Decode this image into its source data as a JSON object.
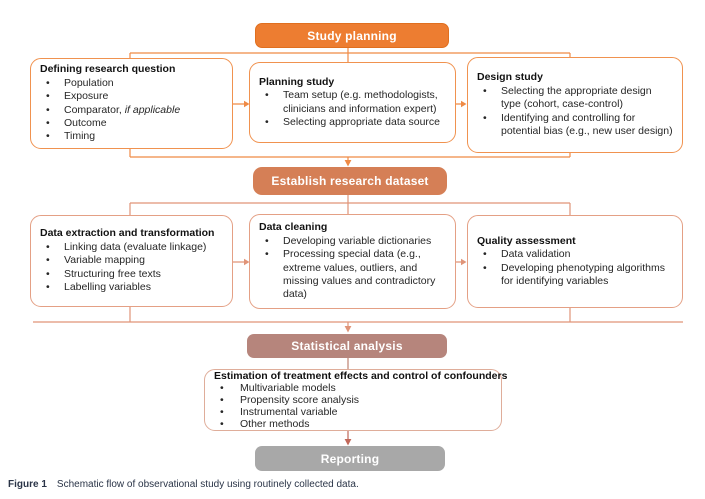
{
  "figure": {
    "caption_label": "Figure 1",
    "caption_text": "Schematic flow of observational study using routinely collected data."
  },
  "colors": {
    "stage1_orange": "#ED7D31",
    "stage2_terracotta": "#D57F56",
    "stage3_mauve": "#B6857C",
    "stage4_gray": "#A8A8A8",
    "row1_border": "#F0924F",
    "row2_border": "#E4A085",
    "estimation_border": "#DFAD9A",
    "report_arrow": "#C2685A"
  },
  "stages": {
    "study_planning": "Study planning",
    "establish_dataset": "Establish research dataset",
    "statistical_analysis": "Statistical analysis",
    "reporting": "Reporting"
  },
  "boxes": {
    "defining": {
      "title": "Defining research question",
      "items": [
        "Population",
        "Exposure",
        "Comparator,",
        "Outcome",
        "Timing"
      ],
      "comparator_italic": "if applicable"
    },
    "planning": {
      "title": "Planning study",
      "items": [
        "Team setup (e.g.  methodologists, clinicians and information expert)",
        "Selecting appropriate data source"
      ]
    },
    "design": {
      "title": "Design study",
      "items": [
        "Selecting the appropriate design type (cohort, case-control)",
        "Identifying and controlling for potential bias (e.g., new user design)"
      ]
    },
    "extraction": {
      "title": "Data  extraction and transformation",
      "items": [
        "Linking data (evaluate linkage)",
        "Variable mapping",
        "Structuring free texts",
        "Labelling variables"
      ]
    },
    "cleaning": {
      "title": "Data cleaning",
      "items": [
        "Developing variable dictionaries",
        "Processing special data (e.g., extreme values, outliers, and missing values and contradictory data)"
      ]
    },
    "quality": {
      "title": "Quality assessment",
      "items": [
        "Data validation",
        "Developing phenotyping algorithms for identifying variables"
      ]
    },
    "estimation": {
      "title": "Estimation of treatment effects and control of confounders",
      "items": [
        "Multivariable models",
        "Propensity score analysis",
        "Instrumental variable",
        "Other methods"
      ]
    }
  }
}
